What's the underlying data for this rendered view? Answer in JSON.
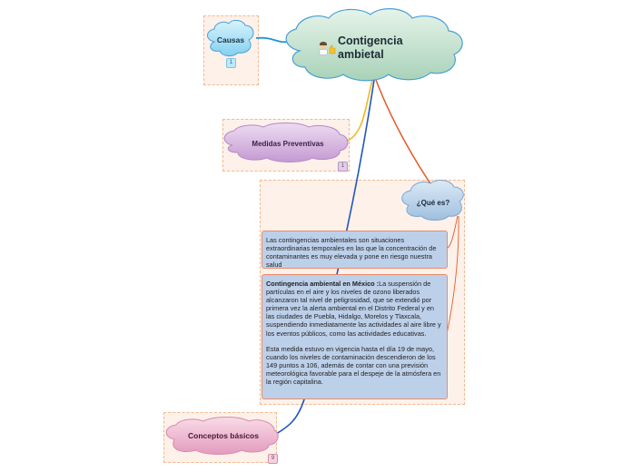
{
  "central": {
    "title_line1": "Contigencia",
    "title_line2": "ambietal",
    "icon": "person-thumbs-up-icon"
  },
  "nodes": {
    "causas": {
      "label": "Causas",
      "badge": "1"
    },
    "medidas": {
      "label": "Medidas Preventivas",
      "badge": "1"
    },
    "que_es": {
      "label": "¿Qué es?"
    },
    "conceptos": {
      "label": "Conceptos básicos",
      "badge": "9"
    }
  },
  "texts": {
    "definicion": "Las contingencias ambientales son situaciones extraordinarias temporales en las que la concentración de contaminantes es muy elevada y pone en riesgo nuestra salud",
    "mexico_title": "Contingencia ambiental en México :",
    "mexico_body": "La suspensión de partículas en el aire y los niveles de ozono liberados alcanzaron tal nivel de peligrosidad, que se extendió por primera vez la alerta ambiental en el Distrito Federal y en las ciudades de Puebla, Hidalgo, Morelos y Tlaxcala, suspendiendo inmediatamente las actividades al aire libre y los eventos públicos, como las actividades educativas.",
    "mexico_p2": "Esta medida estuvo en vigencia hasta el día 19 de mayo, cuando los niveles de contaminación descendieron de los 149 puntos a 106, además de contar con una previsión meteorológica favorable para el despeje de la atmósfera en la región capitalina."
  },
  "colors": {
    "frame_fill": "#fdf1ea",
    "frame_border": "#f2b98f",
    "central_cloud": "#d2e8d8",
    "causas_cloud": "#b7e6f7",
    "medidas_cloud": "#dcc0e4",
    "que_es_cloud": "#bcd6ec",
    "conceptos_cloud": "#f0c0d4",
    "cloud_outline": "#4aa0d8",
    "link_causas": "#1f95d4",
    "link_medidas": "#eebb22",
    "link_que_es": "#e45a2a",
    "link_conceptos": "#2255bb",
    "textbox_fill": "#bdd0ea",
    "textbox_border": "#e98b6c"
  }
}
